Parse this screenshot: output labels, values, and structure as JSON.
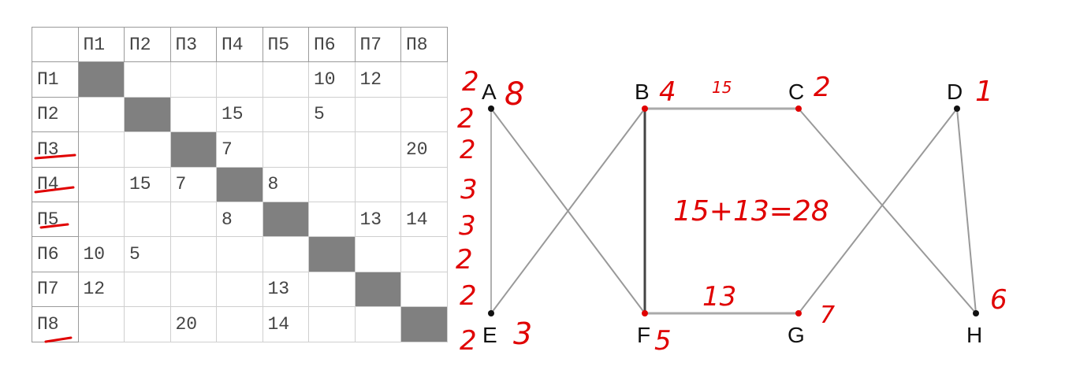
{
  "table": {
    "headers": [
      "П1",
      "П2",
      "П3",
      "П4",
      "П5",
      "П6",
      "П7",
      "П8"
    ],
    "rows": [
      {
        "label": "П1",
        "cells": [
          "",
          "",
          "",
          "",
          "",
          "10",
          "12",
          ""
        ]
      },
      {
        "label": "П2",
        "cells": [
          "",
          "",
          "",
          "15",
          "",
          "5",
          "",
          ""
        ]
      },
      {
        "label": "П3",
        "cells": [
          "",
          "",
          "",
          "7",
          "",
          "",
          "",
          "20"
        ]
      },
      {
        "label": "П4",
        "cells": [
          "",
          "15",
          "7",
          "",
          "8",
          "",
          "",
          ""
        ]
      },
      {
        "label": "П5",
        "cells": [
          "",
          "",
          "",
          "8",
          "",
          "",
          "13",
          "14"
        ]
      },
      {
        "label": "П6",
        "cells": [
          "10",
          "5",
          "",
          "",
          "",
          "",
          "",
          ""
        ]
      },
      {
        "label": "П7",
        "cells": [
          "12",
          "",
          "",
          "",
          "13",
          "",
          "",
          ""
        ]
      },
      {
        "label": "П8",
        "cells": [
          "",
          "",
          "20",
          "",
          "14",
          "",
          "",
          ""
        ]
      }
    ],
    "row_annotations": [
      "2",
      "2",
      "2",
      "3",
      "3",
      "2",
      "2",
      "2"
    ],
    "struck_rows": [
      "П3",
      "П4",
      "П5",
      "П8"
    ]
  },
  "graph": {
    "nodes": [
      {
        "id": "A",
        "annotation": "8"
      },
      {
        "id": "B",
        "annotation": "4"
      },
      {
        "id": "C",
        "annotation": "2"
      },
      {
        "id": "D",
        "annotation": "1"
      },
      {
        "id": "E",
        "annotation": "3"
      },
      {
        "id": "F",
        "annotation": "5"
      },
      {
        "id": "G",
        "annotation": "7"
      },
      {
        "id": "H",
        "annotation": "6"
      }
    ],
    "edges": [
      [
        "A",
        "E"
      ],
      [
        "A",
        "F"
      ],
      [
        "E",
        "B"
      ],
      [
        "B",
        "F"
      ],
      [
        "B",
        "C"
      ],
      [
        "F",
        "G"
      ],
      [
        "C",
        "H"
      ],
      [
        "G",
        "D"
      ],
      [
        "D",
        "H"
      ]
    ],
    "edge_labels": {
      "BC": "15",
      "FG": "13"
    },
    "center_note": "15+13=28"
  },
  "colors": {
    "annotation": "#e00000",
    "grid": "#cfcfcf",
    "diagonal": "#808080",
    "edge": "#9a9a9a",
    "edge_strong": "#444444"
  }
}
